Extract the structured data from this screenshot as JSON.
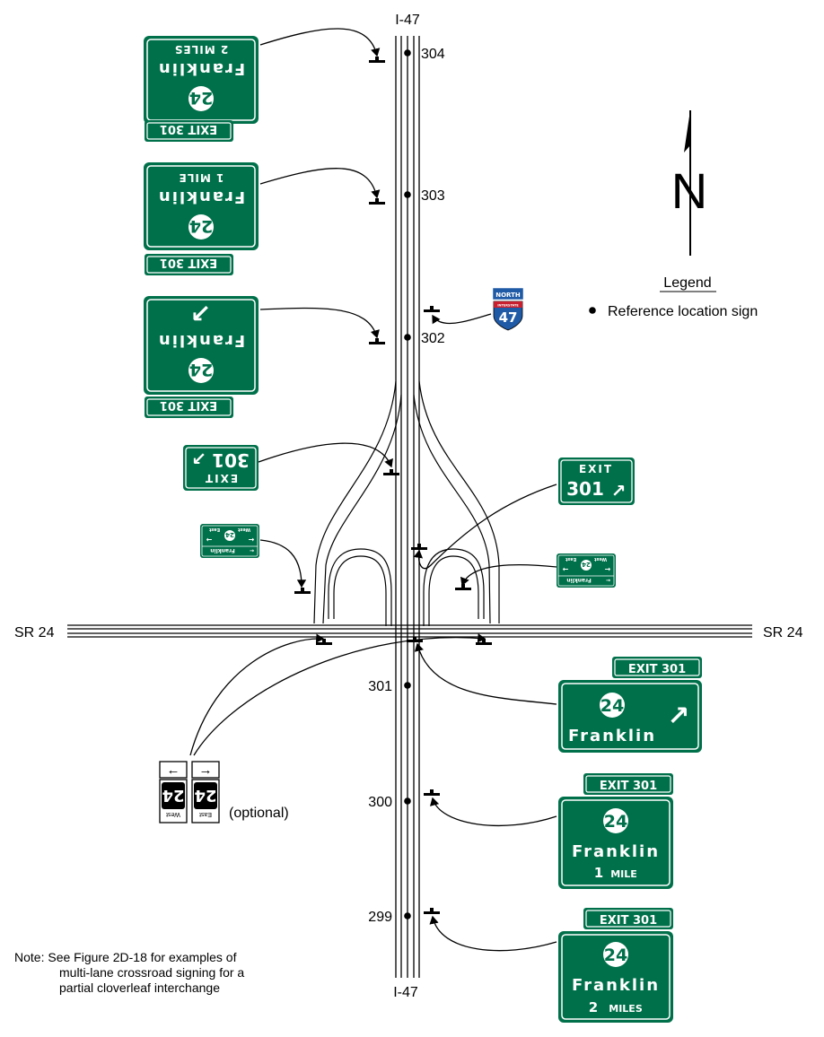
{
  "highway": {
    "top_label": "I-47",
    "bottom_label": "I-47"
  },
  "crossroad": {
    "left_label": "SR 24",
    "right_label": "SR 24"
  },
  "mileposts": [
    "304",
    "303",
    "302",
    "301",
    "300",
    "299"
  ],
  "north_arrow": {
    "letter": "N"
  },
  "legend": {
    "title": "Legend",
    "item": "Reference location sign"
  },
  "trailblazer": {
    "shield": "24",
    "west": "West",
    "east": "East",
    "optional_label": "(optional)"
  },
  "route_marker": {
    "cardinal": "NORTH",
    "interstate": "INTERSTATE",
    "number": "47"
  },
  "colors": {
    "sign_green": "#00704a",
    "interstate_blue": "#1f5aa6",
    "interstate_red": "#c8202f"
  },
  "signs": {
    "exit_word": "EXIT",
    "exit_number": "301",
    "route_shield": "24",
    "destination": "Franklin",
    "one_mile": "1 MILE",
    "two_miles": "2 MILES",
    "one_mile_num": "1",
    "two_miles_num": "2",
    "mile_word": "MILE",
    "miles_word": "MILES",
    "gore_arrow": "↗",
    "exit_panel": "EXIT 301"
  },
  "crossroad_sign": {
    "destination": "Franklin",
    "west": "West",
    "east": "East",
    "shield": "24"
  },
  "note": {
    "line1": "Note:  See Figure 2D-18 for examples of",
    "line2": "multi-lane crossroad signing for a",
    "line3": "partial cloverleaf interchange"
  }
}
